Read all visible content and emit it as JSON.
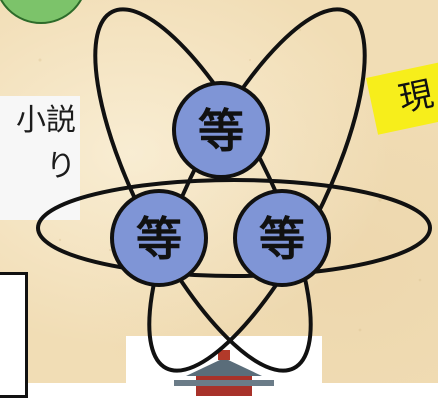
{
  "decor": {
    "left_panel_text": "小説\nり",
    "yellow_tag_text": "現"
  },
  "diagram": {
    "circles": [
      {
        "label": "等"
      },
      {
        "label": "等"
      },
      {
        "label": "等"
      }
    ]
  },
  "colors": {
    "background": "#f1ddb5",
    "orb_fill": "#7f95d6",
    "outline": "#111111",
    "yellow_tag": "#f7ee1b",
    "green_blob": "#7cc36a"
  }
}
